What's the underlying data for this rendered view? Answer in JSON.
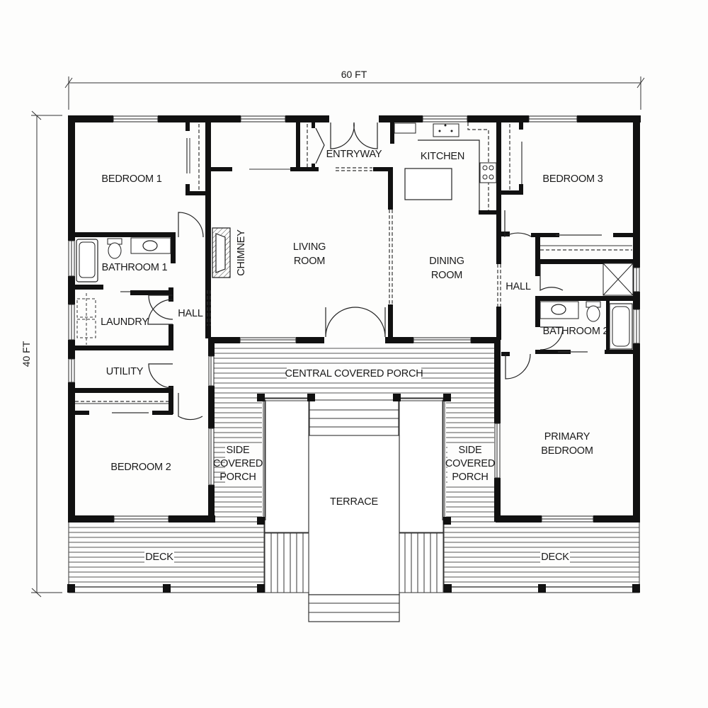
{
  "dimensions": {
    "width_label": "60 FT",
    "height_label": "40 FT"
  },
  "rooms": {
    "bedroom_1": "BEDROOM 1",
    "bathroom_1": "BATHROOM 1",
    "laundry": "LAUNDRY",
    "utility": "UTILITY",
    "hall_left": "HALL",
    "bedroom_2": "BEDROOM 2",
    "entryway": "ENTRYWAY",
    "kitchen": "KITCHEN",
    "living_room_line1": "LIVING",
    "living_room_line2": "ROOM",
    "chimney": "CHIMNEY",
    "dining_room_line1": "DINING",
    "dining_room_line2": "ROOM",
    "bedroom_3": "BEDROOM 3",
    "hall_right": "HALL",
    "bathroom_2": "BATHROOM 2",
    "primary_bedroom_line1": "PRIMARY",
    "primary_bedroom_line2": "BEDROOM",
    "central_covered_porch": "CENTRAL COVERED PORCH",
    "side_porch_left": [
      "SIDE",
      "COVERED",
      "PORCH"
    ],
    "side_porch_right": [
      "SIDE",
      "COVERED",
      "PORCH"
    ],
    "terrace": "TERRACE",
    "deck_left": "DECK",
    "deck_right": "DECK"
  }
}
